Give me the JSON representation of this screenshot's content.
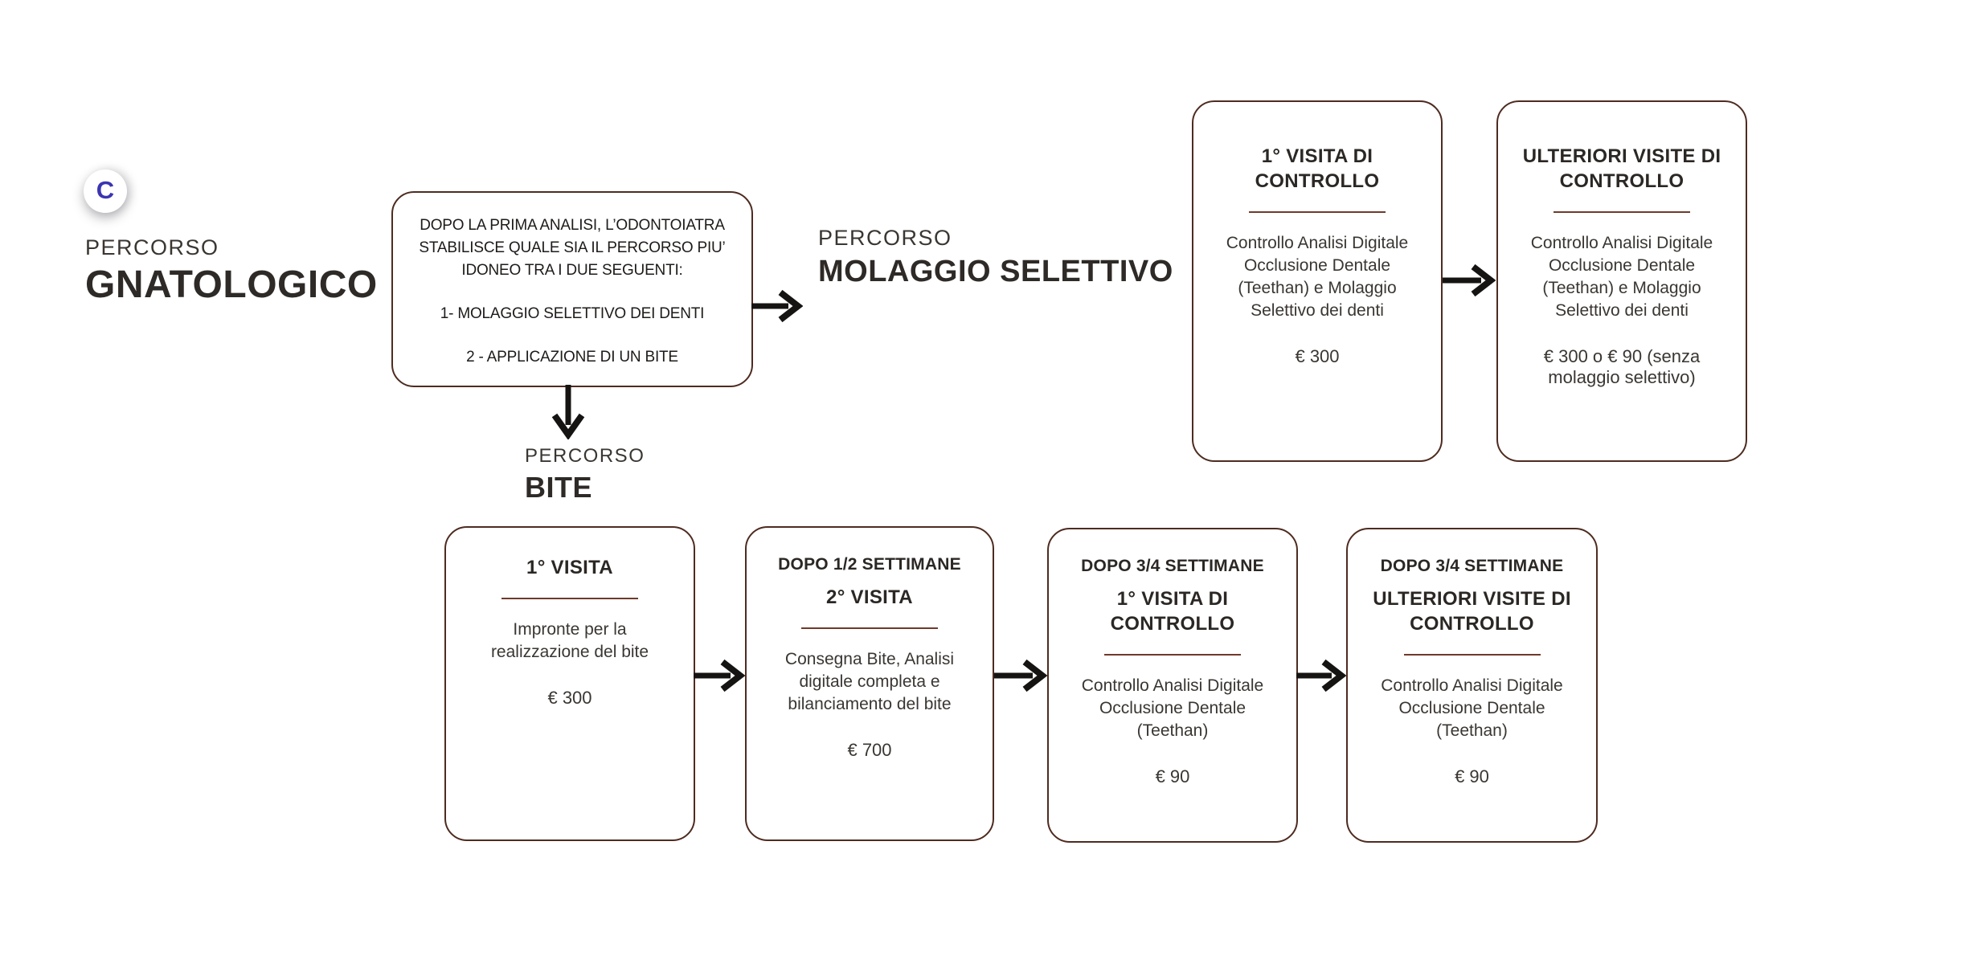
{
  "colors": {
    "border": "#4e2b20",
    "divider": "#6f3a2a",
    "arrow": "#161412",
    "logo_blue": "#3b35b2",
    "text": "#2b2724",
    "background": "#ffffff"
  },
  "logo": {
    "letter": "C"
  },
  "main_header": {
    "eyebrow": "PERCORSO",
    "title": "GNATOLOGICO"
  },
  "decision_node": {
    "intro": "DOPO LA PRIMA ANALISI, L’ODONTOIATRA STABILISCE QUALE SIA IL PERCORSO PIU’ IDONEO TRA I DUE SEGUENTI:",
    "option1": "1- MOLAGGIO SELETTIVO DEI DENTI",
    "option2": "2 - APPLICAZIONE DI UN BITE"
  },
  "branch_headers": {
    "molaggio": {
      "eyebrow": "PERCORSO",
      "title": "MOLAGGIO SELETTIVO"
    },
    "bite": {
      "eyebrow": "PERCORSO",
      "title": "BITE"
    }
  },
  "molaggio_cards": [
    {
      "title": "1° VISITA DI CONTROLLO",
      "body": "Controllo Analisi Digitale Occlusione Dentale (Teethan) e Molaggio Selettivo dei denti",
      "price": "€ 300"
    },
    {
      "title": "ULTERIORI VISITE DI CONTROLLO",
      "body": "Controllo Analisi Digitale Occlusione Dentale (Teethan) e Molaggio Selettivo dei denti",
      "price": "€ 300 o € 90 (senza molaggio selettivo)"
    }
  ],
  "bite_cards": [
    {
      "pre": "",
      "title": "1° VISITA",
      "body": "Impronte per la realizzazione del bite",
      "price": "€ 300"
    },
    {
      "pre": "DOPO 1/2 SETTIMANE",
      "title": "2° VISITA",
      "body": "Consegna Bite, Analisi digitale completa e bilanciamento del bite",
      "price": "€ 700"
    },
    {
      "pre": "DOPO 3/4 SETTIMANE",
      "title": "1° VISITA DI CONTROLLO",
      "body": "Controllo Analisi Digitale Occlusione Dentale (Teethan)",
      "price": "€ 90"
    },
    {
      "pre": "DOPO 3/4 SETTIMANE",
      "title": "ULTERIORI VISITE DI CONTROLLO",
      "body": "Controllo Analisi Digitale Occlusione Dentale (Teethan)",
      "price": "€ 90"
    }
  ]
}
